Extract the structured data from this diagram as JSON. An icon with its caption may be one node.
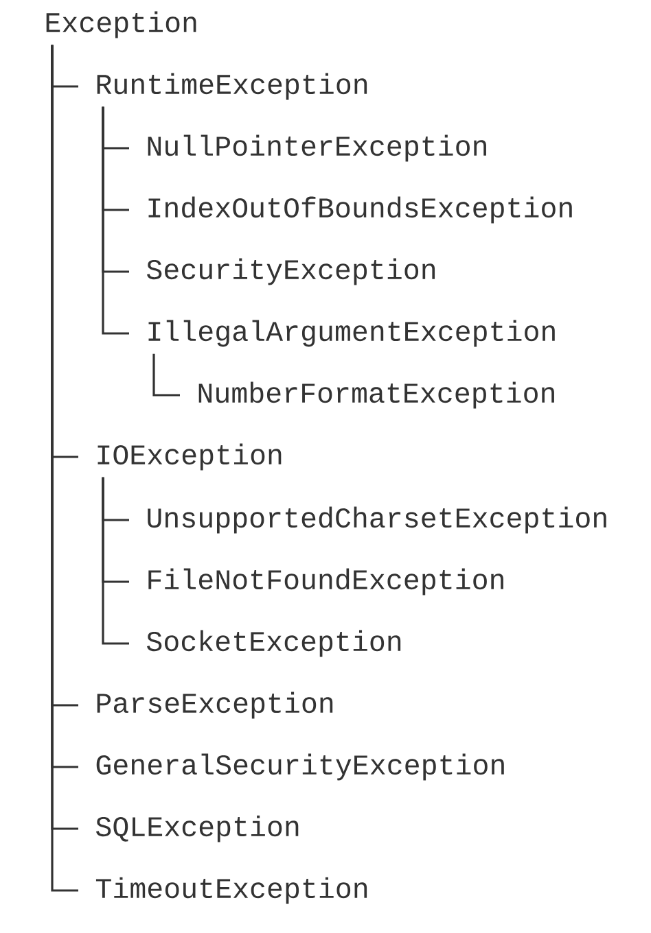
{
  "diagram": {
    "nodes": [
      {
        "text": [
          "Exception"
        ]
      },
      {
        "text": [
          "RuntimeException"
        ]
      },
      {
        "text": [
          "NullPointerException"
        ]
      },
      {
        "text": [
          "IndexOutOfBoundsException"
        ]
      },
      {
        "text": [
          "SecurityException"
        ]
      },
      {
        "text": [
          "IllegalArgumentException"
        ]
      },
      {
        "text": [
          "NumberFormatException"
        ]
      },
      {
        "text": [
          "IOException"
        ]
      },
      {
        "text": [
          "UnsupportedCharsetException"
        ]
      },
      {
        "text": [
          "FileNotFoundException"
        ]
      },
      {
        "text": [
          "SocketException"
        ]
      },
      {
        "text": [
          "ParseException"
        ]
      },
      {
        "text": [
          "GeneralSecurityException"
        ]
      },
      {
        "text": [
          "SQLException"
        ]
      },
      {
        "text": [
          "TimeoutException"
        ]
      }
    ],
    "edges": [
      {
        "from": 0,
        "to": 1,
        "arrow": "none"
      },
      {
        "from": 1,
        "to": 2,
        "arrow": "none"
      },
      {
        "from": 1,
        "to": 3,
        "arrow": "none"
      },
      {
        "from": 1,
        "to": 4,
        "arrow": "none"
      },
      {
        "from": 1,
        "to": 5,
        "arrow": "none"
      },
      {
        "from": 5,
        "to": 6,
        "arrow": "none"
      },
      {
        "from": 0,
        "to": 7,
        "arrow": "none"
      },
      {
        "from": 7,
        "to": 8,
        "arrow": "none"
      },
      {
        "from": 7,
        "to": 9,
        "arrow": "none"
      },
      {
        "from": 7,
        "to": 10,
        "arrow": "none"
      },
      {
        "from": 0,
        "to": 11,
        "arrow": "none"
      },
      {
        "from": 0,
        "to": 12,
        "arrow": "none"
      },
      {
        "from": 0,
        "to": 13,
        "arrow": "none"
      },
      {
        "from": 0,
        "to": 14,
        "arrow": "none"
      }
    ]
  }
}
